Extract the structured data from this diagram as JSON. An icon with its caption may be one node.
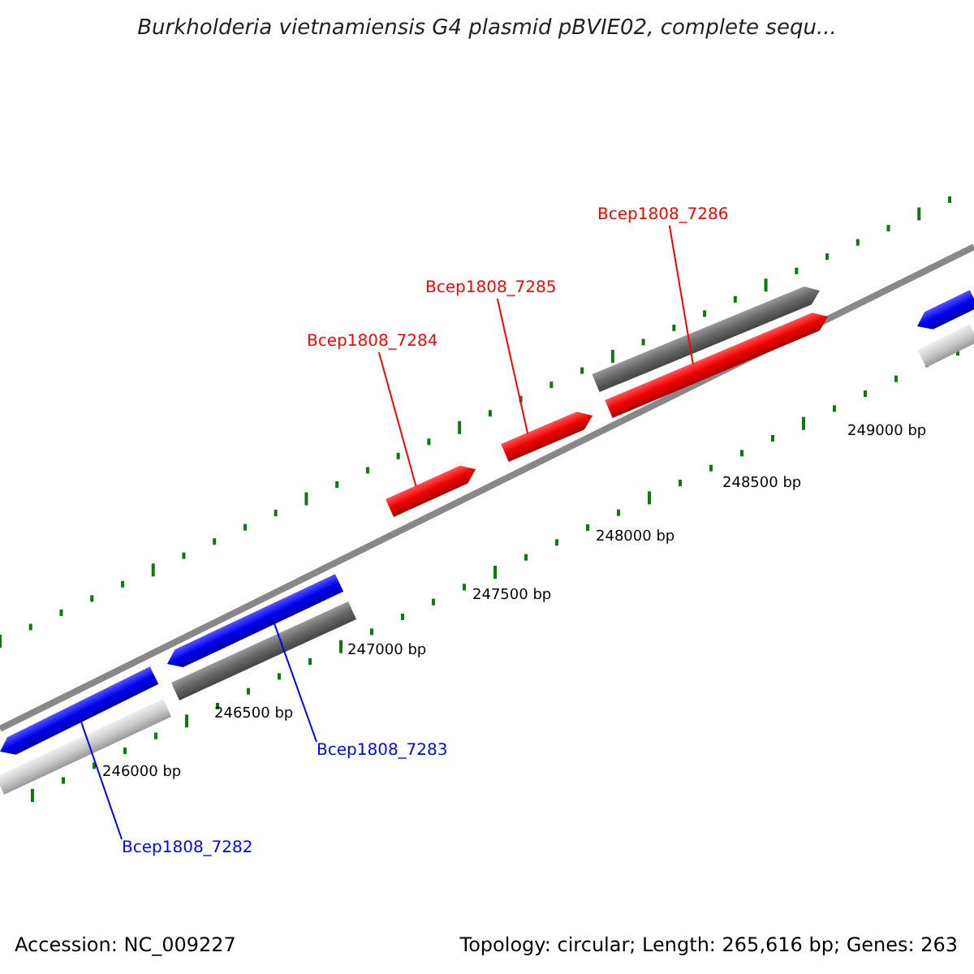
{
  "diagram": {
    "title": "Burkholderia vietnamiensis G4 plasmid pBVIE02, complete sequ...",
    "nodes": [
      {
        "text": [
          "Bcep1808_7286"
        ]
      },
      {
        "text": [],
        "shape": "bar"
      },
      {
        "text": [],
        "shape": "bar"
      },
      {
        "text": [
          "Bcep1808_7285"
        ]
      },
      {
        "text": [],
        "shape": "bar"
      },
      {
        "text": [],
        "shape": "bar"
      },
      {
        "text": [
          "Bcep1808_7284"
        ]
      },
      {
        "text": [],
        "shape": "bar"
      },
      {
        "text": [],
        "shape": "bar"
      },
      {
        "text": [],
        "shape": "bar"
      },
      {
        "text": [],
        "shape": "bar"
      },
      {
        "text": [],
        "shape": "bar"
      },
      {
        "text": [
          "Bcep1808_7283"
        ]
      },
      {
        "text": [],
        "shape": "bar"
      },
      {
        "text": [
          "Bcep1808_7282"
        ]
      }
    ],
    "edges": [
      {
        "from": 0,
        "to": 5,
        "arrow": "none"
      },
      {
        "from": 3,
        "to": 7,
        "arrow": "none"
      },
      {
        "from": 6,
        "to": 8,
        "arrow": "none"
      },
      {
        "from": 12,
        "to": 9,
        "arrow": "none",
        "color": "#0000ff"
      },
      {
        "from": 14,
        "to": 11,
        "arrow": "none",
        "color": "#0000ff"
      }
    ],
    "labels": [
      "249000 bp",
      "248500 bp",
      "248000 bp",
      "247500 bp",
      "247000 bp",
      "246500 bp",
      "246000 bp",
      "Accession: NC_009227",
      "Topology: circular; Length: 265,616 bp; Genes: 263"
    ]
  }
}
